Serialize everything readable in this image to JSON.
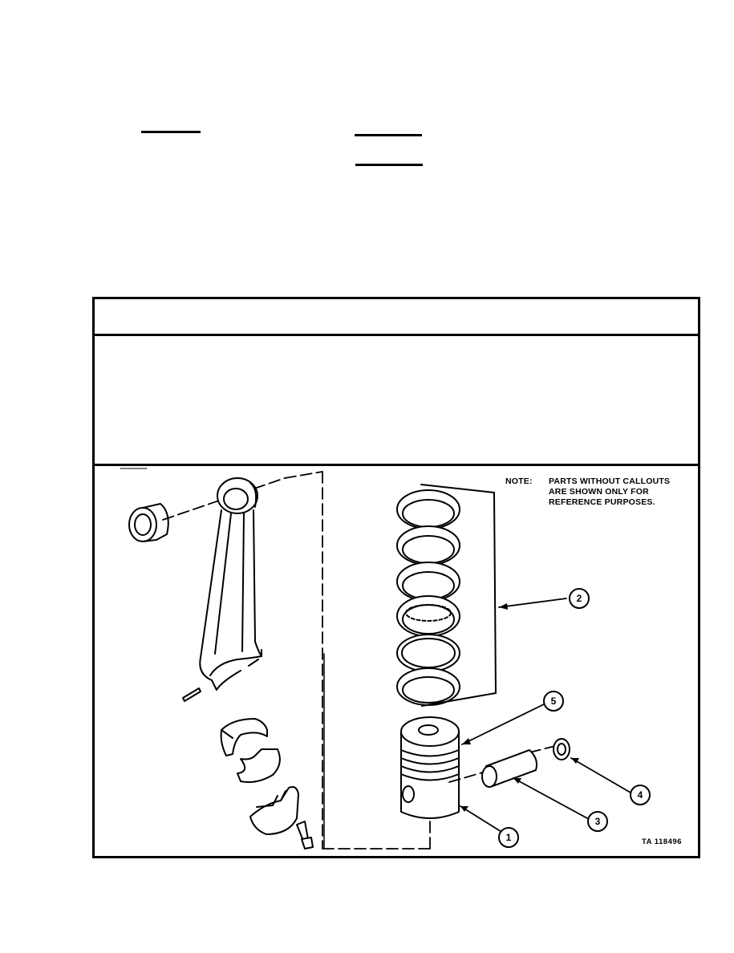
{
  "figure": {
    "note_label": "NOTE:",
    "note_lines": [
      "PARTS WITHOUT CALLOUTS",
      "ARE SHOWN ONLY FOR",
      "REFERENCE PURPOSES."
    ],
    "callouts": [
      "1",
      "2",
      "3",
      "4",
      "5"
    ],
    "figure_number": "TA 118496"
  }
}
